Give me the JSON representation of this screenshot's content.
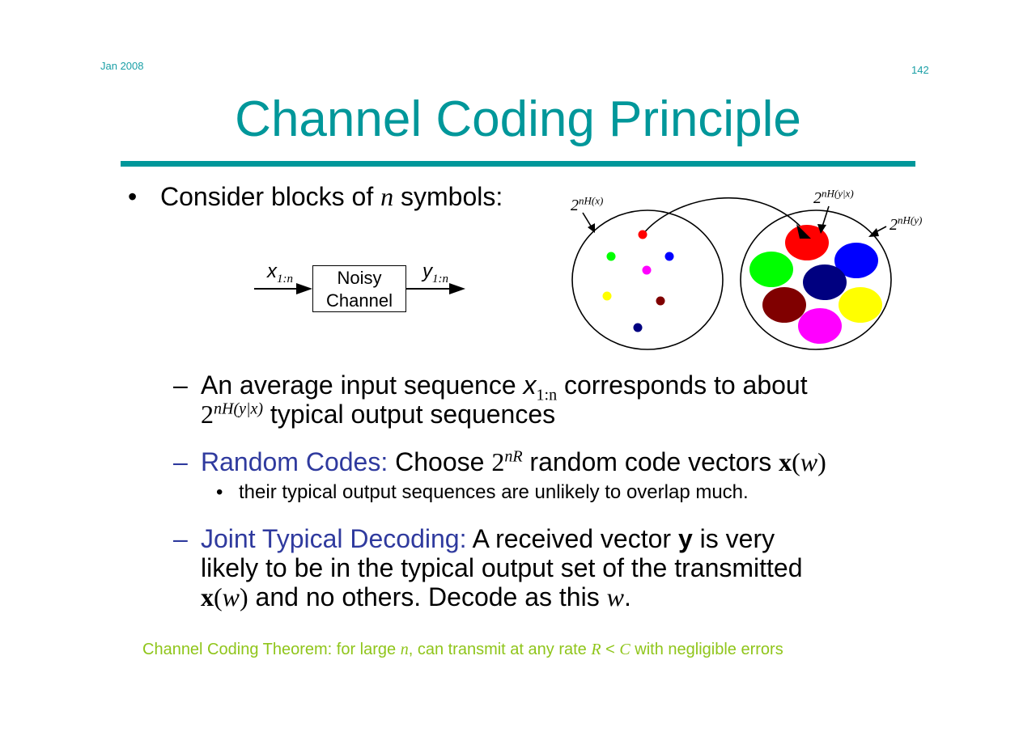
{
  "slide": {
    "date": "Jan 2008",
    "page_number": "142",
    "title": "Channel Coding Principle",
    "accent_color": "#00979a",
    "bullet_main": {
      "text_before": "Consider blocks of ",
      "var": "n",
      "text_after": " symbols:"
    },
    "diagram": {
      "channel_box": {
        "line1": "Noisy",
        "line2": "Channel"
      },
      "input_label": {
        "base": "x",
        "sub": "1:n"
      },
      "output_label": {
        "base": "y",
        "sub": "1:n"
      },
      "input_set_label": {
        "base": "2",
        "exp": "nH(x)"
      },
      "output_set_label": {
        "base": "2",
        "exp": "nH(y)"
      },
      "conditional_label": {
        "base": "2",
        "exp": "nH(y|x)"
      },
      "input_points": [
        {
          "color": "#ff0000"
        },
        {
          "color": "#00ff00"
        },
        {
          "color": "#0000ff"
        },
        {
          "color": "#ff00ff"
        },
        {
          "color": "#ffff00"
        },
        {
          "color": "#800000"
        },
        {
          "color": "#000080"
        }
      ],
      "output_blobs": [
        {
          "color": "#ff0000"
        },
        {
          "color": "#00ff00"
        },
        {
          "color": "#0000ff"
        },
        {
          "color": "#000080"
        },
        {
          "color": "#800000"
        },
        {
          "color": "#ffff00"
        },
        {
          "color": "#ff00ff"
        }
      ]
    },
    "sub1": {
      "text1": "An average input sequence ",
      "var": "x",
      "var_sub": "1:n",
      "text2": " corresponds to about",
      "exp_base": "2",
      "exp": "nH(y|x)",
      "text3": " typical output sequences"
    },
    "sub2": {
      "label": "Random Codes:",
      "text1": " Choose ",
      "exp_base": "2",
      "exp": "nR",
      "text2": " random code vectors ",
      "vec": "x",
      "vec_arg": "w",
      "nested": "their typical output sequences are unlikely to overlap much."
    },
    "sub3": {
      "label": "Joint Typical Decoding:",
      "text1": " A received vector ",
      "bold_var": "y",
      "text2": " is very",
      "line2": "likely to be in the typical output set of the transmitted",
      "vec": "x",
      "vec_arg": "w",
      "text3": " and no others. Decode as this ",
      "var_end": "w",
      "period": "."
    },
    "footer": {
      "text1": "Channel Coding Theorem: for large ",
      "var_n": "n",
      "text2": ", can transmit at any rate ",
      "var_R": "R",
      "lt": " < ",
      "var_C": "C",
      "text3": " with negligible errors"
    }
  }
}
